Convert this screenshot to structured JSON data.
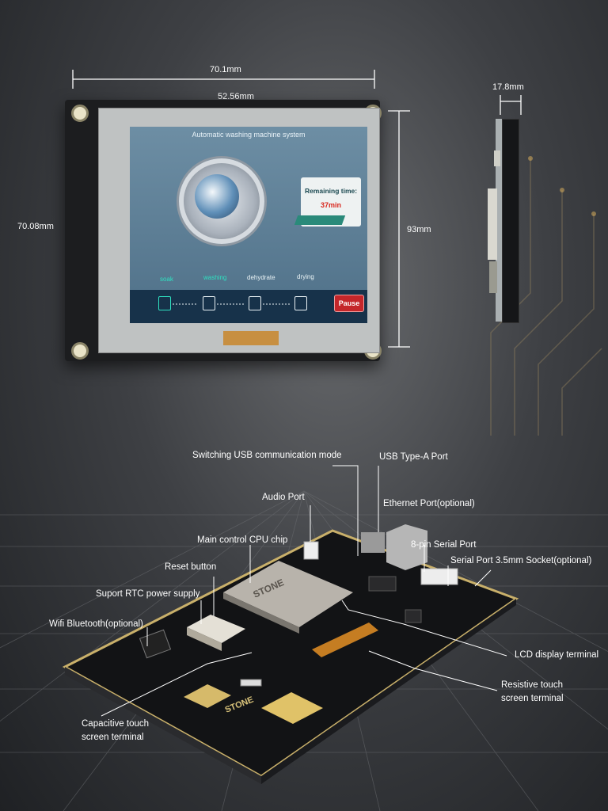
{
  "dimensions": {
    "width_outer": "70.1mm",
    "width_screen": "52.56mm",
    "height_left": "70.08mm",
    "height_right": "93mm",
    "thickness": "17.8mm"
  },
  "screen": {
    "title": "Automatic washing machine system",
    "remaining_label": "Remaining time:",
    "remaining_value": "37min",
    "steps": [
      "soak",
      "washing",
      "dehydrate",
      "drying"
    ],
    "pause_button": "Pause"
  },
  "board": {
    "brand": "STONE",
    "callouts": {
      "usb_mode": "Switching USB communication mode",
      "usb_a": "USB Type-A Port",
      "audio": "Audio Port",
      "ethernet": "Ethernet Port(optional)",
      "cpu": "Main control CPU chip",
      "serial8": "8-pin Serial Port",
      "reset": "Reset button",
      "serial35": "Serial Port 3.5mm Socket(optional)",
      "rtc": "Suport RTC power supply",
      "wifi": "Wifi Bluetooth(optional)",
      "lcd": "LCD display terminal",
      "resistive_1": "Resistive touch",
      "resistive_2": "screen terminal",
      "capacitive_1": "Capacitive touch",
      "capacitive_2": "screen terminal"
    }
  },
  "colors": {
    "accent_green": "#2fe0c0",
    "time_red": "#d9261c",
    "pause_red": "#c4262a"
  }
}
